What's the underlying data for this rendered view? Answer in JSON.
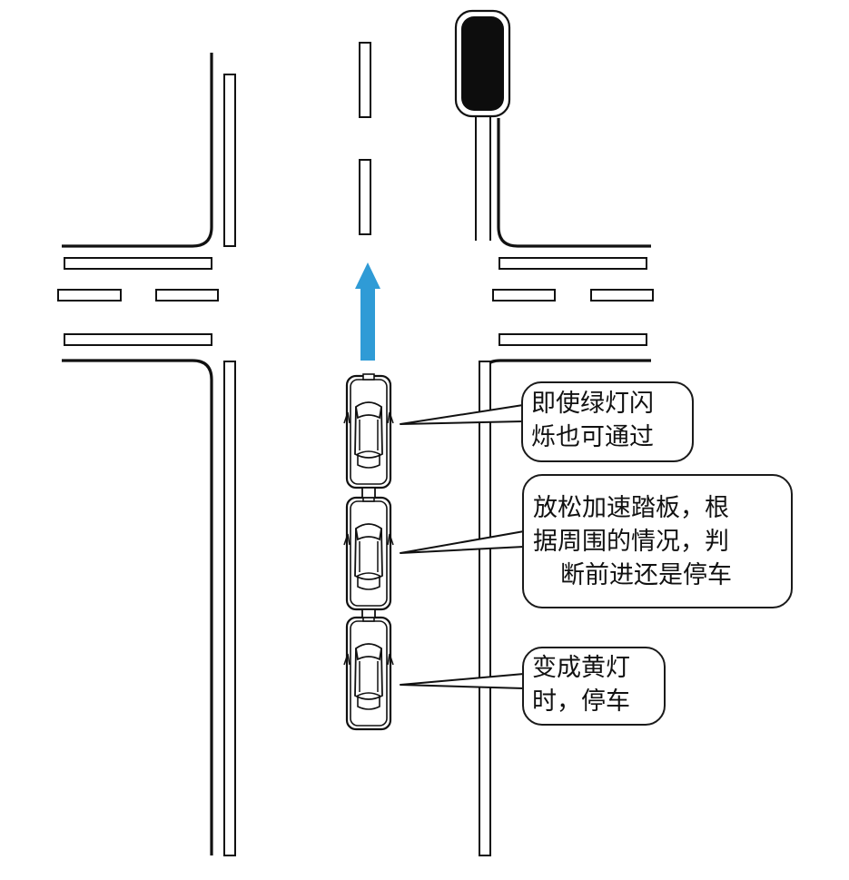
{
  "callouts": {
    "flashing_green": {
      "lines": [
        "即使绿灯闪",
        "烁也可通过"
      ]
    },
    "release_accelerator": {
      "lines": [
        "放松加速踏板，根",
        "据周围的情况，判",
        "断前进还是停车"
      ]
    },
    "yellow_light": {
      "lines": [
        "变成黄灯",
        "时，停车"
      ]
    }
  },
  "colors": {
    "arrow": "#2f9bd6",
    "line": "#111111",
    "signal_lamp": "#0d0d0d"
  },
  "icons": {
    "traffic_signal": "traffic-light-icon",
    "direction": "arrow-up-icon",
    "vehicle": "car-top-view-icon"
  }
}
